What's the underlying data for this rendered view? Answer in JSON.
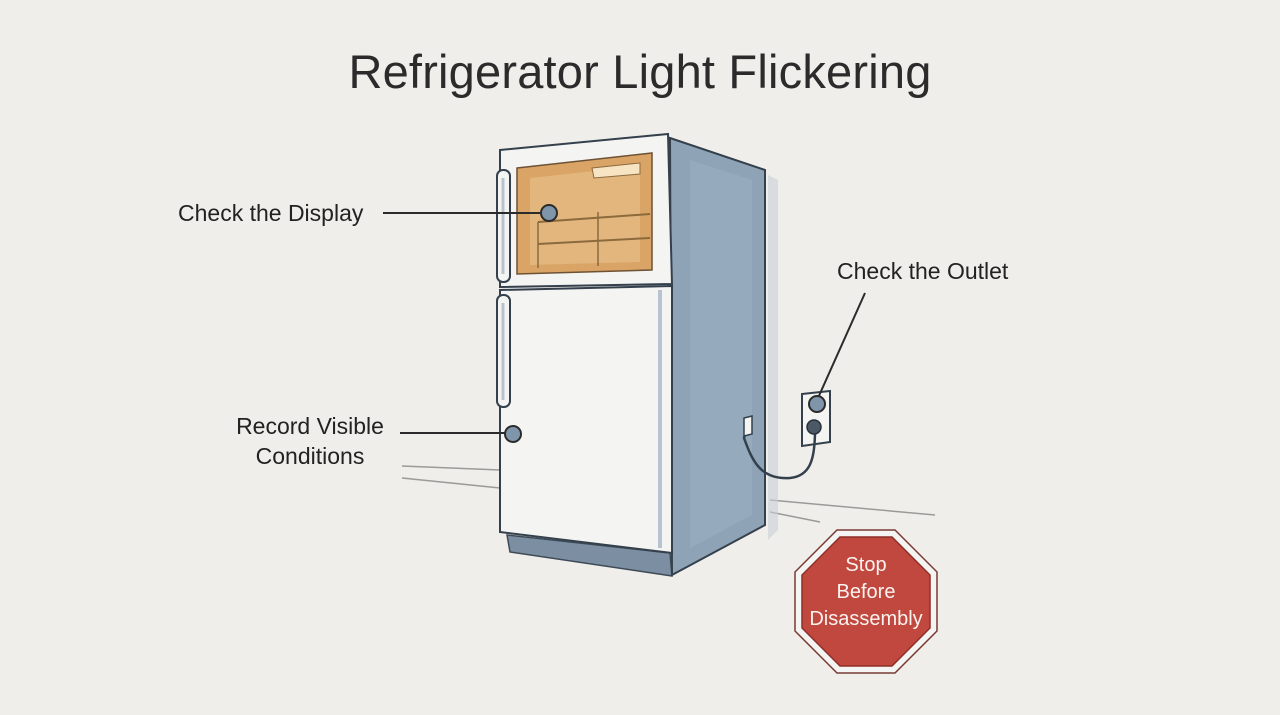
{
  "title": "Refrigerator Light Flickering",
  "callouts": {
    "display": "Check the Display",
    "outlet": "Check the Outlet",
    "record_line1": "Record Visible",
    "record_line2": "Conditions"
  },
  "stop_sign": {
    "line1": "Stop",
    "line2": "Before",
    "line3": "Disassembly"
  },
  "colors": {
    "background": "#efeeea",
    "fridge_body": "#f4f4f2",
    "fridge_side": "#8fa3b6",
    "interior_light": "#d9a465",
    "marker": "#7f95aa",
    "stop_red": "#c0483f"
  }
}
